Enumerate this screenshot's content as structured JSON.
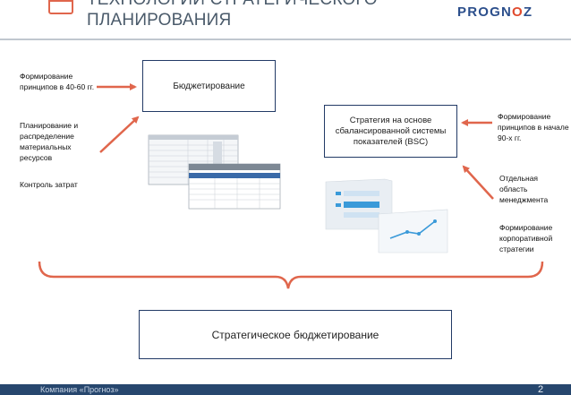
{
  "header": {
    "title_line1": "ТЕХНОЛОГИИ СТРАТЕГИЧЕСКОГО",
    "title_line2": "ПЛАНИРОВАНИЯ",
    "logo_part1": "PROGN",
    "logo_part2": "O",
    "logo_part3": "Z"
  },
  "left_labels": {
    "principles": "Формирование принципов в 40-60 гг.",
    "planning": "Планирование и распределение материальных ресурсов",
    "cost_control": "Контроль затрат"
  },
  "budgeting_box": "Бюджетирование",
  "bsc_box": "Стратегия на основе сбалансированной системы показателей (BSC)",
  "right_labels": {
    "principles_90s": "Формирование принципов в начале 90-х гг.",
    "separate_area": "Отдельная область менеджмента",
    "corporate_strategy": "Формирование корпоративной стратегии"
  },
  "result_box": "Стратегическое бюджетирование",
  "footer": {
    "company": "Компания «Прогноз»",
    "page": "2"
  },
  "colors": {
    "arrow": "#e0664c",
    "box_border": "#223a66",
    "brace": "#e0664c",
    "footer_bg": "#27476e"
  }
}
